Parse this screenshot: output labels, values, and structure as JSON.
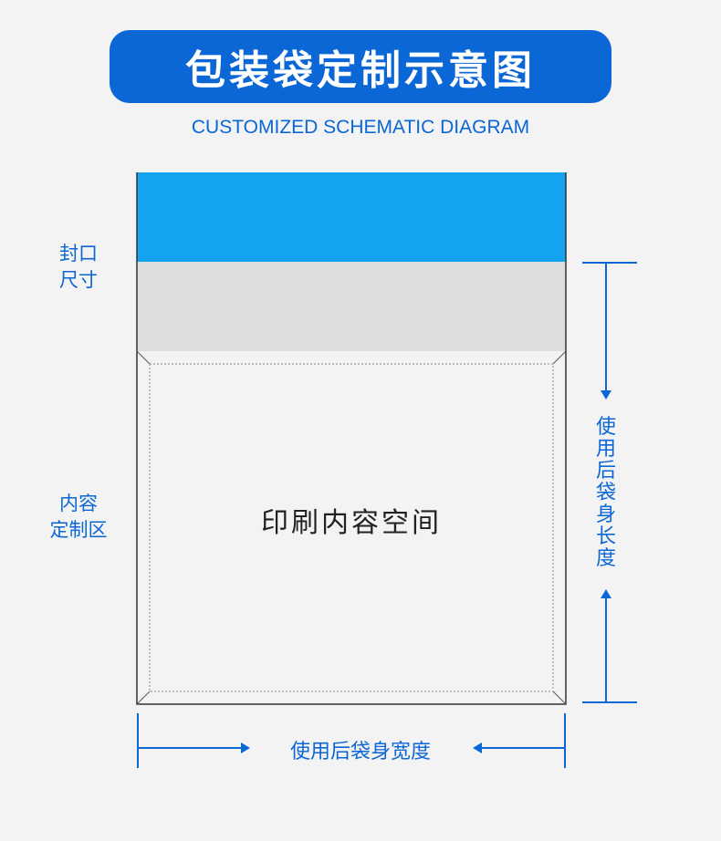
{
  "header": {
    "title": "包装袋定制示意图",
    "subtitle": "CUSTOMIZED SCHEMATIC DIAGRAM"
  },
  "labels": {
    "seal_size": "封口\n尺寸",
    "print_area": "内容\n定制区",
    "print_space": "印刷内容空间",
    "usable_length": "使用后袋身长度",
    "usable_width": "使用后袋身宽度"
  },
  "colors": {
    "brand_blue": "#0b66d6",
    "seal_blue": "#14a3ef",
    "seal_gray": "#dedede",
    "bag_body": "#f3f3f3"
  }
}
